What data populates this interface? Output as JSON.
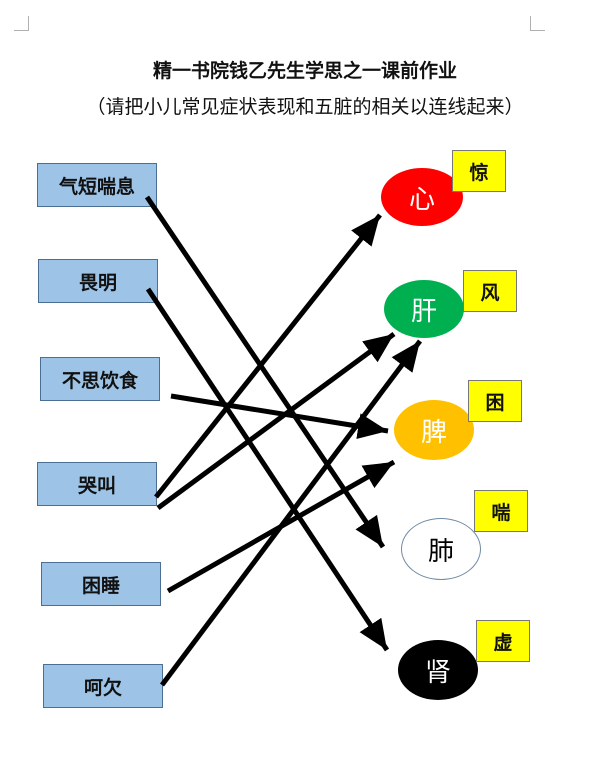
{
  "title": "精一书院钱乙先生学思之一课前作业",
  "subtitle": "（请把小儿常见症状表现和五脏的相关以连线起来）",
  "symptoms": [
    "气短喘息",
    "畏明",
    "不思饮食",
    "哭叫",
    "困睡",
    "呵欠"
  ],
  "organs": [
    {
      "label": "心",
      "tag": "惊",
      "color": "#ff0000",
      "text_color": "#ffffff"
    },
    {
      "label": "肝",
      "tag": "风",
      "color": "#00b050",
      "text_color": "#ffffff"
    },
    {
      "label": "脾",
      "tag": "困",
      "color": "#ffc000",
      "text_color": "#ffffff"
    },
    {
      "label": "肺",
      "tag": "喘",
      "color": "#ffffff",
      "text_color": "#000000"
    },
    {
      "label": "肾",
      "tag": "虚",
      "color": "#000000",
      "text_color": "#ffffff"
    }
  ],
  "connections": [
    {
      "from": "气短喘息",
      "to": "肺"
    },
    {
      "from": "畏明",
      "to": "肾"
    },
    {
      "from": "不思饮食",
      "to": "脾"
    },
    {
      "from": "哭叫",
      "to": "心"
    },
    {
      "from": "哭叫",
      "to": "肝"
    },
    {
      "from": "困睡",
      "to": "脾"
    },
    {
      "from": "呵欠",
      "to": "肝"
    }
  ]
}
